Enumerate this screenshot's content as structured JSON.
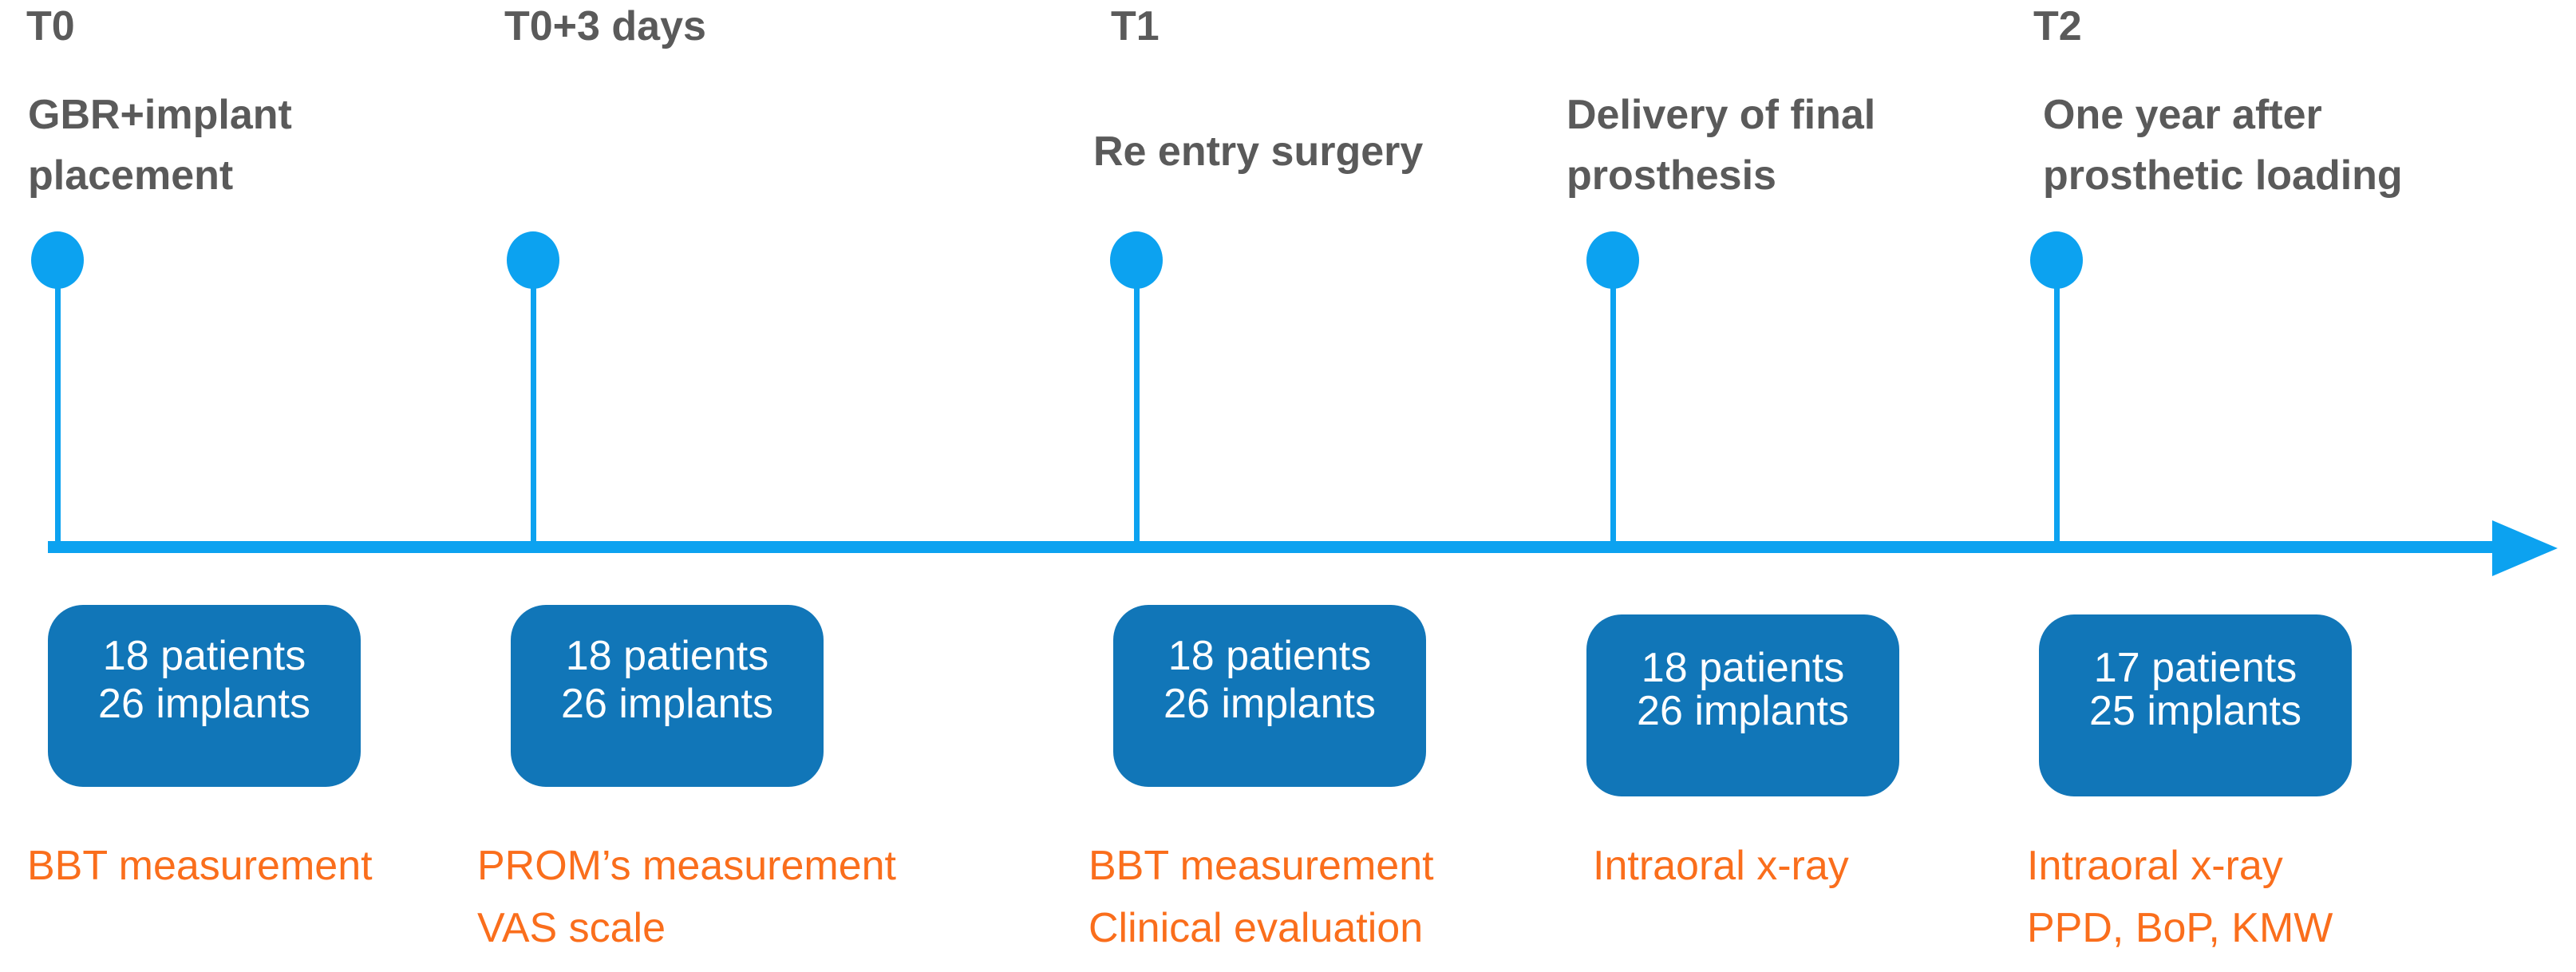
{
  "colors": {
    "timeline_accent": "#0ca2f0",
    "box_fill": "#1176b8",
    "measurement_orange": "#fa6e1c",
    "label_gray": "#5a5a5a",
    "box_text": "#ffffff",
    "background": "#ffffff"
  },
  "timeline": {
    "columns": [
      {
        "time_label": "T0",
        "description_lines": [
          "GBR+implant",
          "placement"
        ],
        "box_lines": [
          "18 patients",
          "26 implants"
        ],
        "measurement_lines": [
          "BBT measurement"
        ]
      },
      {
        "time_label": "T0+3 days",
        "description_lines": [],
        "box_lines": [
          "18 patients",
          "26 implants"
        ],
        "measurement_lines": [
          "PROM’s measurement",
          "VAS scale"
        ]
      },
      {
        "time_label": "T1",
        "description_lines": [
          "Re entry surgery"
        ],
        "box_lines": [
          "18 patients",
          "26 implants"
        ],
        "measurement_lines": [
          "BBT measurement",
          "Clinical evaluation"
        ]
      },
      {
        "time_label": "",
        "description_lines": [
          "Delivery of final",
          "prosthesis"
        ],
        "box_lines": [
          "18 patients",
          "26 implants"
        ],
        "measurement_lines": [
          "Intraoral x-ray"
        ]
      },
      {
        "time_label": "T2",
        "description_lines": [
          "One year after",
          "prosthetic loading"
        ],
        "box_lines": [
          "17 patients",
          "25 implants"
        ],
        "measurement_lines": [
          "Intraoral x-ray",
          "PPD, BoP, KMW"
        ]
      }
    ]
  }
}
